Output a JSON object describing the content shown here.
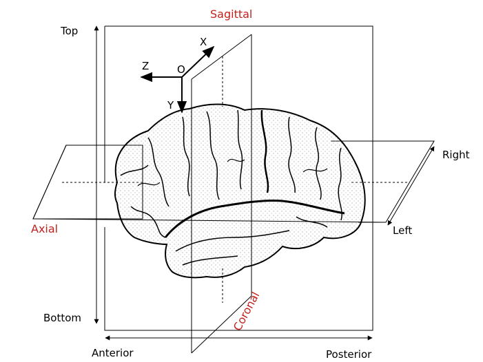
{
  "planes": {
    "sagittal": "Sagittal",
    "axial": "Axial",
    "coronal": "Coronal"
  },
  "directions": {
    "top": "Top",
    "bottom": "Bottom",
    "anterior": "Anterior",
    "posterior": "Posterior",
    "right": "Right",
    "left": "Left"
  },
  "axes": {
    "origin": "O",
    "x": "X",
    "y": "Y",
    "z": "Z"
  },
  "colors": {
    "plane_label": "#c0211c",
    "line": "#000000"
  }
}
